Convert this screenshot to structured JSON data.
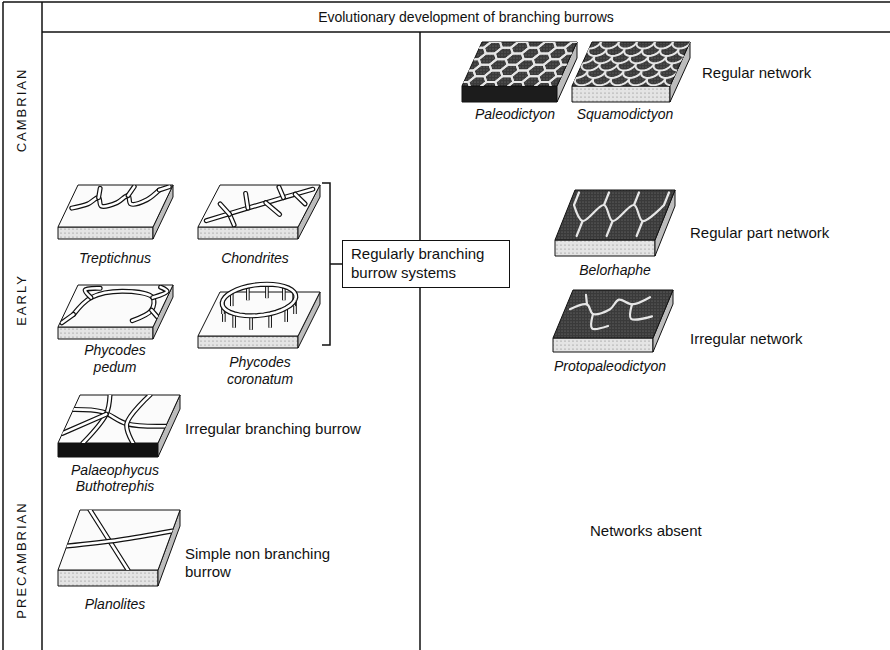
{
  "diagram": {
    "title": "Evolutionary development of branching burrows",
    "nodes": [
      {
        "text": [
          "Regularly branching burrow systems"
        ]
      }
    ],
    "labels": [
      "CAMBRIAN",
      "EARLY",
      "PRECAMBRIAN",
      "Treptichnus",
      "Chondrites",
      "Phycodes pedum",
      "Phycodes coronatum",
      "Palaeophycus",
      "Buthotrephis",
      "Irregular branching burrow",
      "Planolites",
      "Simple non branching burrow",
      "Paleodictyon",
      "Squamodictyon",
      "Regular network",
      "Belorhaphe",
      "Regular part network",
      "Protopaleodictyon",
      "Irregular network",
      "Networks absent"
    ]
  }
}
